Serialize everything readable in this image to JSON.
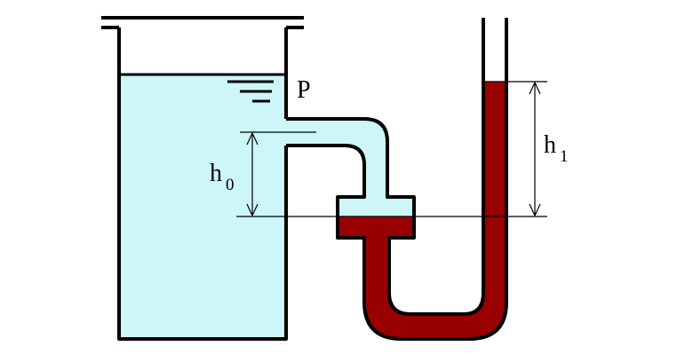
{
  "labels": {
    "pressure": "P",
    "h0_main": "h",
    "h0_sub": "0",
    "h1_main": "h",
    "h1_sub": "1"
  },
  "colors": {
    "water": "#ccf6f8",
    "mercury": "#990000",
    "outline": "#000000",
    "background": "#ffffff"
  }
}
